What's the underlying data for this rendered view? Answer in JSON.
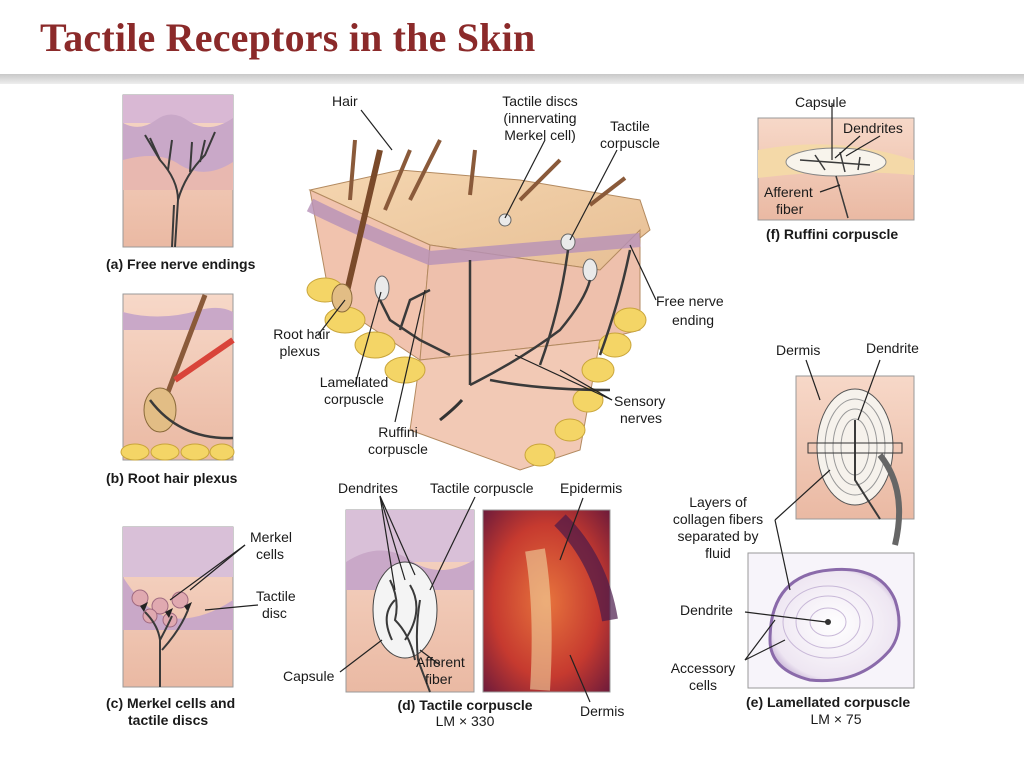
{
  "title": "Tactile Receptors in the Skin",
  "panels": {
    "a": {
      "caption": "(a) Free nerve endings"
    },
    "b": {
      "caption": "(b) Root hair plexus"
    },
    "c": {
      "caption_line1": "(c) Merkel cells and",
      "caption_line2": "tactile discs",
      "labels": {
        "merkel_cells_1": "Merkel",
        "merkel_cells_2": "cells",
        "tactile_disc_1": "Tactile",
        "tactile_disc_2": "disc"
      }
    },
    "d": {
      "caption": "(d) Tactile corpuscle",
      "magnification": "LM × 330",
      "labels": {
        "dendrites": "Dendrites",
        "tactile_corpuscle": "Tactile corpuscle",
        "epidermis": "Epidermis",
        "capsule": "Capsule",
        "afferent_fiber_1": "Afferent",
        "afferent_fiber_2": "fiber",
        "dermis": "Dermis"
      }
    },
    "e": {
      "caption": "(e) Lamellated corpuscle",
      "magnification": "LM × 75",
      "labels": {
        "dermis": "Dermis",
        "dendrite_top": "Dendrite",
        "layers_1": "Layers of",
        "layers_2": "collagen fibers",
        "layers_3": "separated by",
        "layers_4": "fluid",
        "dendrite": "Dendrite",
        "accessory_1": "Accessory",
        "accessory_2": "cells"
      }
    },
    "f": {
      "caption": "(f) Ruffini corpuscle",
      "labels": {
        "capsule": "Capsule",
        "dendrites": "Dendrites",
        "afferent_1": "Afferent",
        "afferent_2": "fiber"
      }
    }
  },
  "block_labels": {
    "hair": "Hair",
    "tactile_discs_1": "Tactile discs",
    "tactile_discs_2": "(innervating",
    "tactile_discs_3": "Merkel cell)",
    "tactile_corpuscle_1": "Tactile",
    "tactile_corpuscle_2": "corpuscle",
    "free_nerve_1": "Free nerve",
    "free_nerve_2": "ending",
    "root_hair_1": "Root hair",
    "root_hair_2": "plexus",
    "lamellated_1": "Lamellated",
    "lamellated_2": "corpuscle",
    "ruffini_1": "Ruffini",
    "ruffini_2": "corpuscle",
    "sensory_1": "Sensory",
    "sensory_2": "nerves"
  },
  "colors": {
    "title": "#8b2a2a",
    "skin": "#f2c7b4",
    "epidermis": "#c9a8c8",
    "fat": "#f2d25a",
    "nerve": "#3a3a3a"
  }
}
